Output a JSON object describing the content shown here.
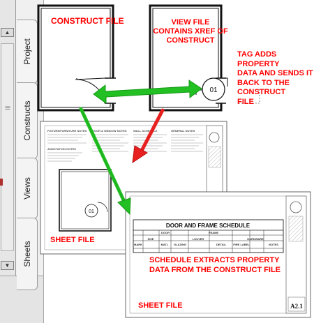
{
  "palette": {
    "tabs": [
      {
        "label": "Project"
      },
      {
        "label": "Constructs"
      },
      {
        "label": "Views"
      },
      {
        "label": "Sheets"
      }
    ]
  },
  "labels": {
    "construct_file": "CONSTRUCT FILE",
    "view_file": [
      "VIEW FILE",
      "CONTAINS XREF OF",
      "CONSTRUCT"
    ],
    "tag_note": [
      "TAG ADDS",
      "PROPERTY",
      "DATA AND SENDS IT",
      "BACK TO  THE",
      "CONSTRUCT",
      "FILE"
    ],
    "sheet_file_1": "SHEET FILE",
    "sheet_file_2": "SHEET FILE",
    "schedule_note": [
      "SCHEDULE EXTRACTS PROPERTY",
      "DATA FROM THE CONSTRUCT FILE"
    ]
  },
  "tag": {
    "number": "01"
  },
  "sheet1": {
    "tag_number": "01",
    "notes": [
      "FIXTURE/FURNITURE NOTES",
      "DOOR & WINDOW NOTES",
      "WALL SCHEDULE",
      "GENERAL NOTES",
      "ANNOTATION NOTES"
    ]
  },
  "sheet2": {
    "schedule_title": "DOOR AND FRAME SCHEDULE",
    "group_headers": [
      "DOOR",
      "FRAME"
    ],
    "columns": [
      "MARK",
      "SIZE",
      "MATL",
      "GLAZING",
      "LOUVER",
      "DETAIL",
      "FIRE LABEL",
      "HARDWARE",
      "NOTES"
    ],
    "sheet_number": "A2.1"
  },
  "colors": {
    "red": "#ff0000",
    "green_fill": "#22c022",
    "green_stroke": "#159815",
    "red_arrow": "#e82020"
  }
}
